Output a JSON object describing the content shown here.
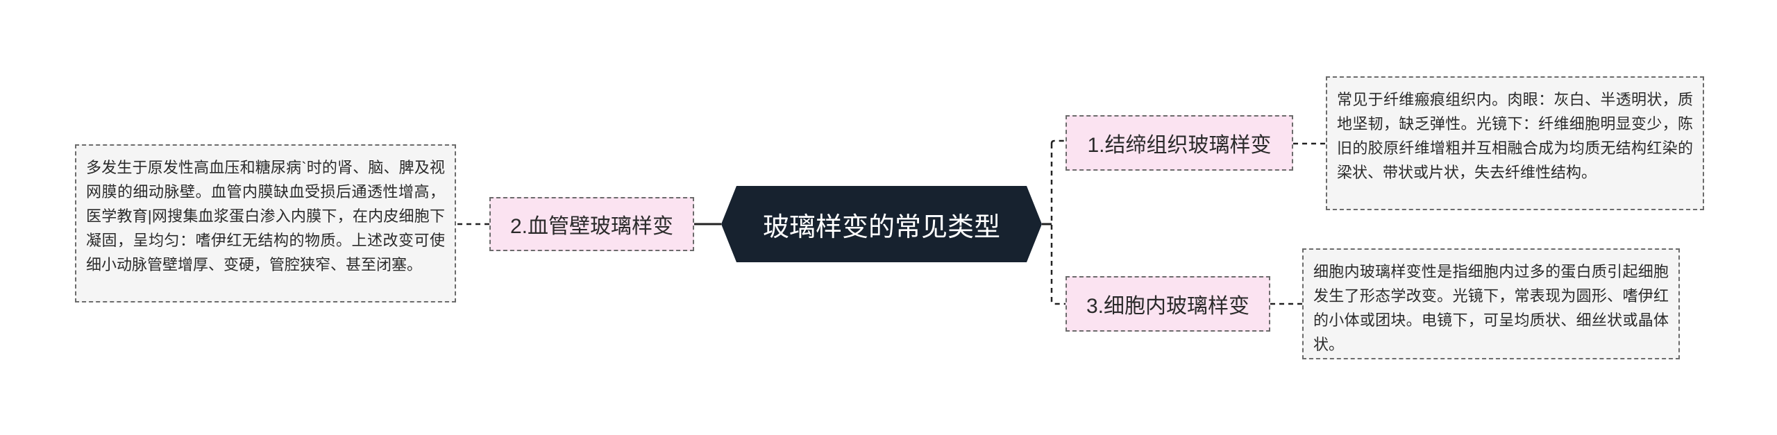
{
  "center": {
    "label": "玻璃样变的常见类型"
  },
  "branches": [
    {
      "label": "1.结缔组织玻璃样变",
      "detail": "常见于纤维瘢痕组织内。肉眼：灰白、半透明状，质地坚韧，缺乏弹性。光镜下：纤维细胞明显变少，陈旧的胶原纤维增粗并互相融合成为均质无结构红染的梁状、带状或片状，失去纤维性结构。"
    },
    {
      "label": "2.血管壁玻璃样变",
      "detail": "多发生于原发性高血压和糖尿病`时的肾、脑、脾及视网膜的细动脉壁。血管内膜缺血受损后通透性增高，医学教育|网搜集血浆蛋白渗入内膜下，在内皮细胞下凝固，呈均匀：嗜伊红无结构的物质。上述改变可使细小动脉管壁增厚、变硬，管腔狭窄、甚至闭塞。"
    },
    {
      "label": "3.细胞内玻璃样变",
      "detail": "细胞内玻璃样变性是指细胞内过多的蛋白质引起细胞发生了形态学改变。光镜下，常表现为圆形、嗜伊红的小体或团块。电镜下，可呈均质状、细丝状或晶体状。"
    }
  ],
  "colors": {
    "center_fill": "#17222f",
    "branch_fill": "#fbe3f1",
    "detail_fill": "#f5f5f5",
    "connector": "#222222"
  }
}
